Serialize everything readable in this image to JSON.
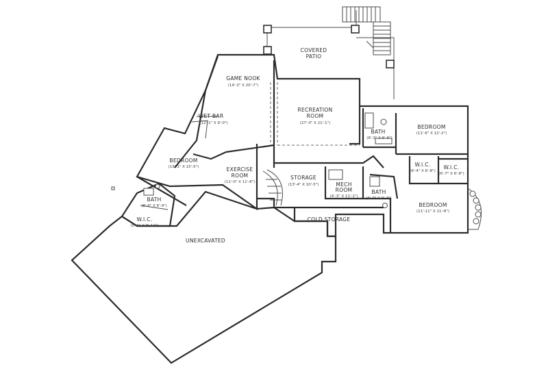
{
  "rooms": [
    {
      "id": "covered-patio",
      "name": "COVERED",
      "name2": "PATIO",
      "dims": ""
    },
    {
      "id": "game-nook",
      "name": "GAME NOOK",
      "name2": "",
      "dims": "(14'-3\" X 20'-7\")"
    },
    {
      "id": "wet-bar",
      "name": "WET BAR",
      "name2": "",
      "dims": "(12'-1\" X 9'-0\")"
    },
    {
      "id": "recreation-room",
      "name": "RECREATION",
      "name2": "ROOM",
      "dims": "(27'-0\" X 21'-1\")"
    },
    {
      "id": "bedroom-west",
      "name": "BEDROOM",
      "name2": "",
      "dims": "(15'-1\" X 15'-5\")"
    },
    {
      "id": "exercise-room",
      "name": "EXERCISE",
      "name2": "ROOM",
      "dims": "(11'-0\" X 11'-8\")"
    },
    {
      "id": "storage",
      "name": "STORAGE",
      "name2": "",
      "dims": "(13'-4\" X 10'-5\")"
    },
    {
      "id": "mech-room",
      "name": "MECH",
      "name2": "ROOM",
      "dims": "(4'-3\" X 11'-1\")"
    },
    {
      "id": "bath-ne",
      "name": "BATH",
      "name2": "",
      "dims": "(8'-3\" X 6'-6\")"
    },
    {
      "id": "bedroom-ne",
      "name": "BEDROOM",
      "name2": "",
      "dims": "(11'-6\" X 12'-2\")"
    },
    {
      "id": "wic-1",
      "name": "W.I.C.",
      "name2": "",
      "dims": "(6'-4\" X 6'-8\")"
    },
    {
      "id": "wic-2",
      "name": "W.I.C.",
      "name2": "",
      "dims": "(6'-7\" X 6'-8\")"
    },
    {
      "id": "bath-se",
      "name": "BATH",
      "name2": "",
      "dims": "(6'-0\" X 9'-3\")"
    },
    {
      "id": "bedroom-se",
      "name": "BEDROOM",
      "name2": "",
      "dims": "(11'-11\" X 11'-8\")"
    },
    {
      "id": "cold-storage",
      "name": "COLD STORAGE",
      "name2": "",
      "dims": ""
    },
    {
      "id": "bath-west",
      "name": "BATH",
      "name2": "",
      "dims": "(8'-6\" X 6'-9\")"
    },
    {
      "id": "wic-west",
      "name": "W.I.C.",
      "name2": "",
      "dims": "(5'-6\" X 8'-11\")"
    },
    {
      "id": "unexcavated",
      "name": "UNEXCAVATED",
      "name2": "",
      "dims": ""
    }
  ]
}
